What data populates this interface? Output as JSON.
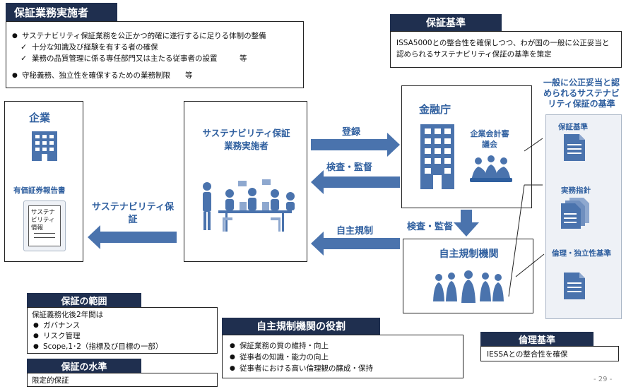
{
  "implementer_box": {
    "title": "保証業務実施者",
    "items": [
      {
        "type": "dot",
        "text": "サステナビリティ保証業務を公正かつ的確に遂行するに足りる体制の整備"
      },
      {
        "type": "check",
        "text": "十分な知識及び経験を有する者の確保"
      },
      {
        "type": "check",
        "text": "業務の品質管理に係る専任部門又は主たる従事者の設置　　　等"
      },
      {
        "type": "dot",
        "text": "守秘義務、独立性を確保するための業務制限　　等"
      }
    ]
  },
  "standard_box": {
    "title": "保証基準",
    "text": "ISSA5000との整合性を確保しつつ、わが国の一般に公正妥当と認められるサステナビリティ保証の基準を策定"
  },
  "company": {
    "title": "企業",
    "report_label": "有価証券報告書",
    "doc_text": "サステナビリティ情報"
  },
  "center": {
    "title": "サステナビリティ保証業務実施者"
  },
  "fsa": {
    "title": "金融庁",
    "council": "企業会計審議会"
  },
  "sro": {
    "title": "自主規制機関"
  },
  "arrows": {
    "register": "登録",
    "inspect_top": "検査・監督",
    "assurance": "サステナビリティ保証",
    "self_reg": "自主規制",
    "inspect_bottom": "検査・監督"
  },
  "right_panel": {
    "heading": "一般に公正妥当と認められるサステナビリティ保証の基準",
    "doc1": "保証基準",
    "doc2": "実務指針",
    "doc3": "倫理・独立性基準"
  },
  "scope": {
    "title": "保証の範囲",
    "intro": "保証義務化後2年間は",
    "items": [
      "ガバナンス",
      "リスク管理",
      "Scope,1･2（指標及び目標の一部）"
    ]
  },
  "level": {
    "title": "保証の水準",
    "text": "限定的保証"
  },
  "sro_role": {
    "title": "自主規制機関の役割",
    "items": [
      "保証業務の質の維持・向上",
      "従事者の知識・能力の向上",
      "従事者における高い倫理観の醸成・保持"
    ]
  },
  "ethics": {
    "title": "倫理基準",
    "text": "IESSAとの整合性を確保"
  },
  "page_number": "- 29 -",
  "colors": {
    "navy": "#1f2f4f",
    "arrow_blue": "#4a73ad",
    "text_blue": "#2f5f9f",
    "icon_blue": "#4a73ad"
  }
}
